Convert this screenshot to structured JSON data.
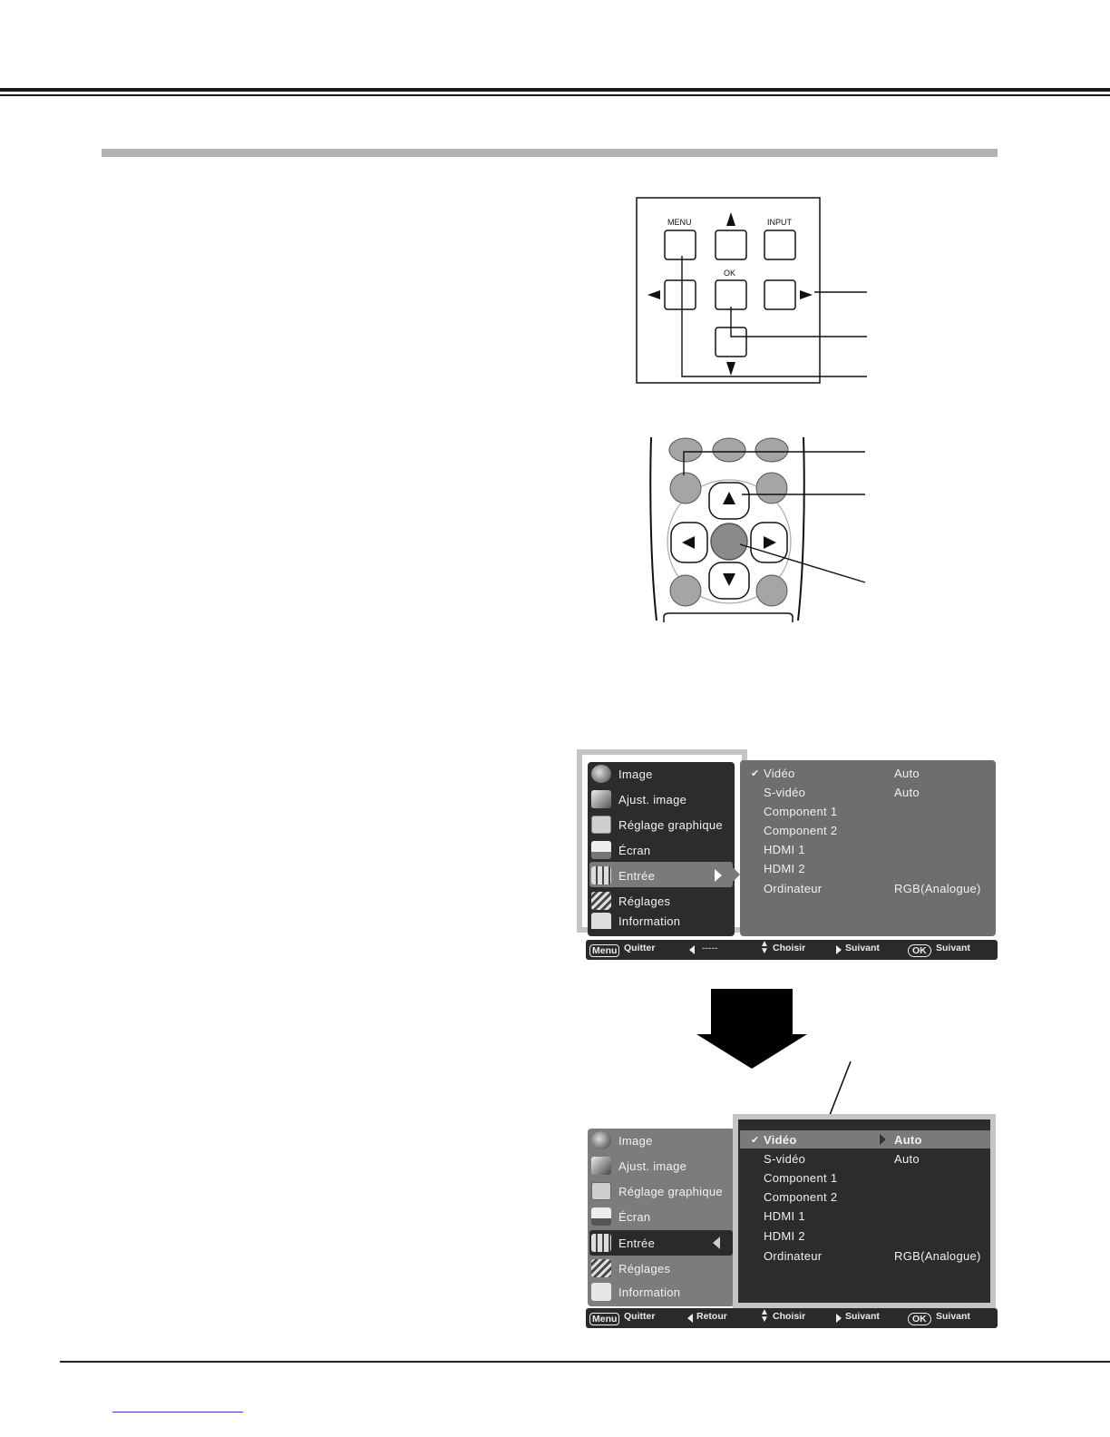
{
  "control_panel": {
    "menu_label": "MENU",
    "input_label": "INPUT",
    "ok_label": "OK"
  },
  "menu1": {
    "items": [
      {
        "label": "Image",
        "icon": "image-icon"
      },
      {
        "label": "Ajust. image",
        "icon": "adjust-image-icon"
      },
      {
        "label": "Réglage graphique",
        "icon": "graphic-setting-icon"
      },
      {
        "label": "Écran",
        "icon": "screen-icon"
      },
      {
        "label": "Entrée",
        "icon": "input-icon"
      },
      {
        "label": "Réglages",
        "icon": "settings-icon"
      },
      {
        "label": "Information",
        "icon": "information-icon"
      }
    ],
    "sub": [
      {
        "name": "Vidéo",
        "value": "Auto"
      },
      {
        "name": "S-vidéo",
        "value": "Auto"
      },
      {
        "name": "Component 1",
        "value": ""
      },
      {
        "name": "Component 2",
        "value": ""
      },
      {
        "name": "HDMI 1",
        "value": ""
      },
      {
        "name": "HDMI 2",
        "value": ""
      },
      {
        "name": "Ordinateur",
        "value": "RGB(Analogue)"
      }
    ],
    "status": {
      "menu": "Menu",
      "quit": "Quitter",
      "back": "-----",
      "choose": "Choisir",
      "next": "Suivant",
      "ok": "OK",
      "ok_next": "Suivant"
    }
  },
  "menu2": {
    "items": [
      {
        "label": "Image",
        "icon": "image-icon"
      },
      {
        "label": "Ajust. image",
        "icon": "adjust-image-icon"
      },
      {
        "label": "Réglage graphique",
        "icon": "graphic-setting-icon"
      },
      {
        "label": "Écran",
        "icon": "screen-icon"
      },
      {
        "label": "Entrée",
        "icon": "input-icon"
      },
      {
        "label": "Réglages",
        "icon": "settings-icon"
      },
      {
        "label": "Information",
        "icon": "information-icon"
      }
    ],
    "sub": [
      {
        "name": "Vidéo",
        "value": "Auto"
      },
      {
        "name": "S-vidéo",
        "value": "Auto"
      },
      {
        "name": "Component 1",
        "value": ""
      },
      {
        "name": "Component 2",
        "value": ""
      },
      {
        "name": "HDMI 1",
        "value": ""
      },
      {
        "name": "HDMI 2",
        "value": ""
      },
      {
        "name": "Ordinateur",
        "value": "RGB(Analogue)"
      }
    ],
    "status": {
      "menu": "Menu",
      "quit": "Quitter",
      "back": "Retour",
      "choose": "Choisir",
      "next": "Suivant",
      "ok": "OK",
      "ok_next": "Suivant"
    }
  }
}
